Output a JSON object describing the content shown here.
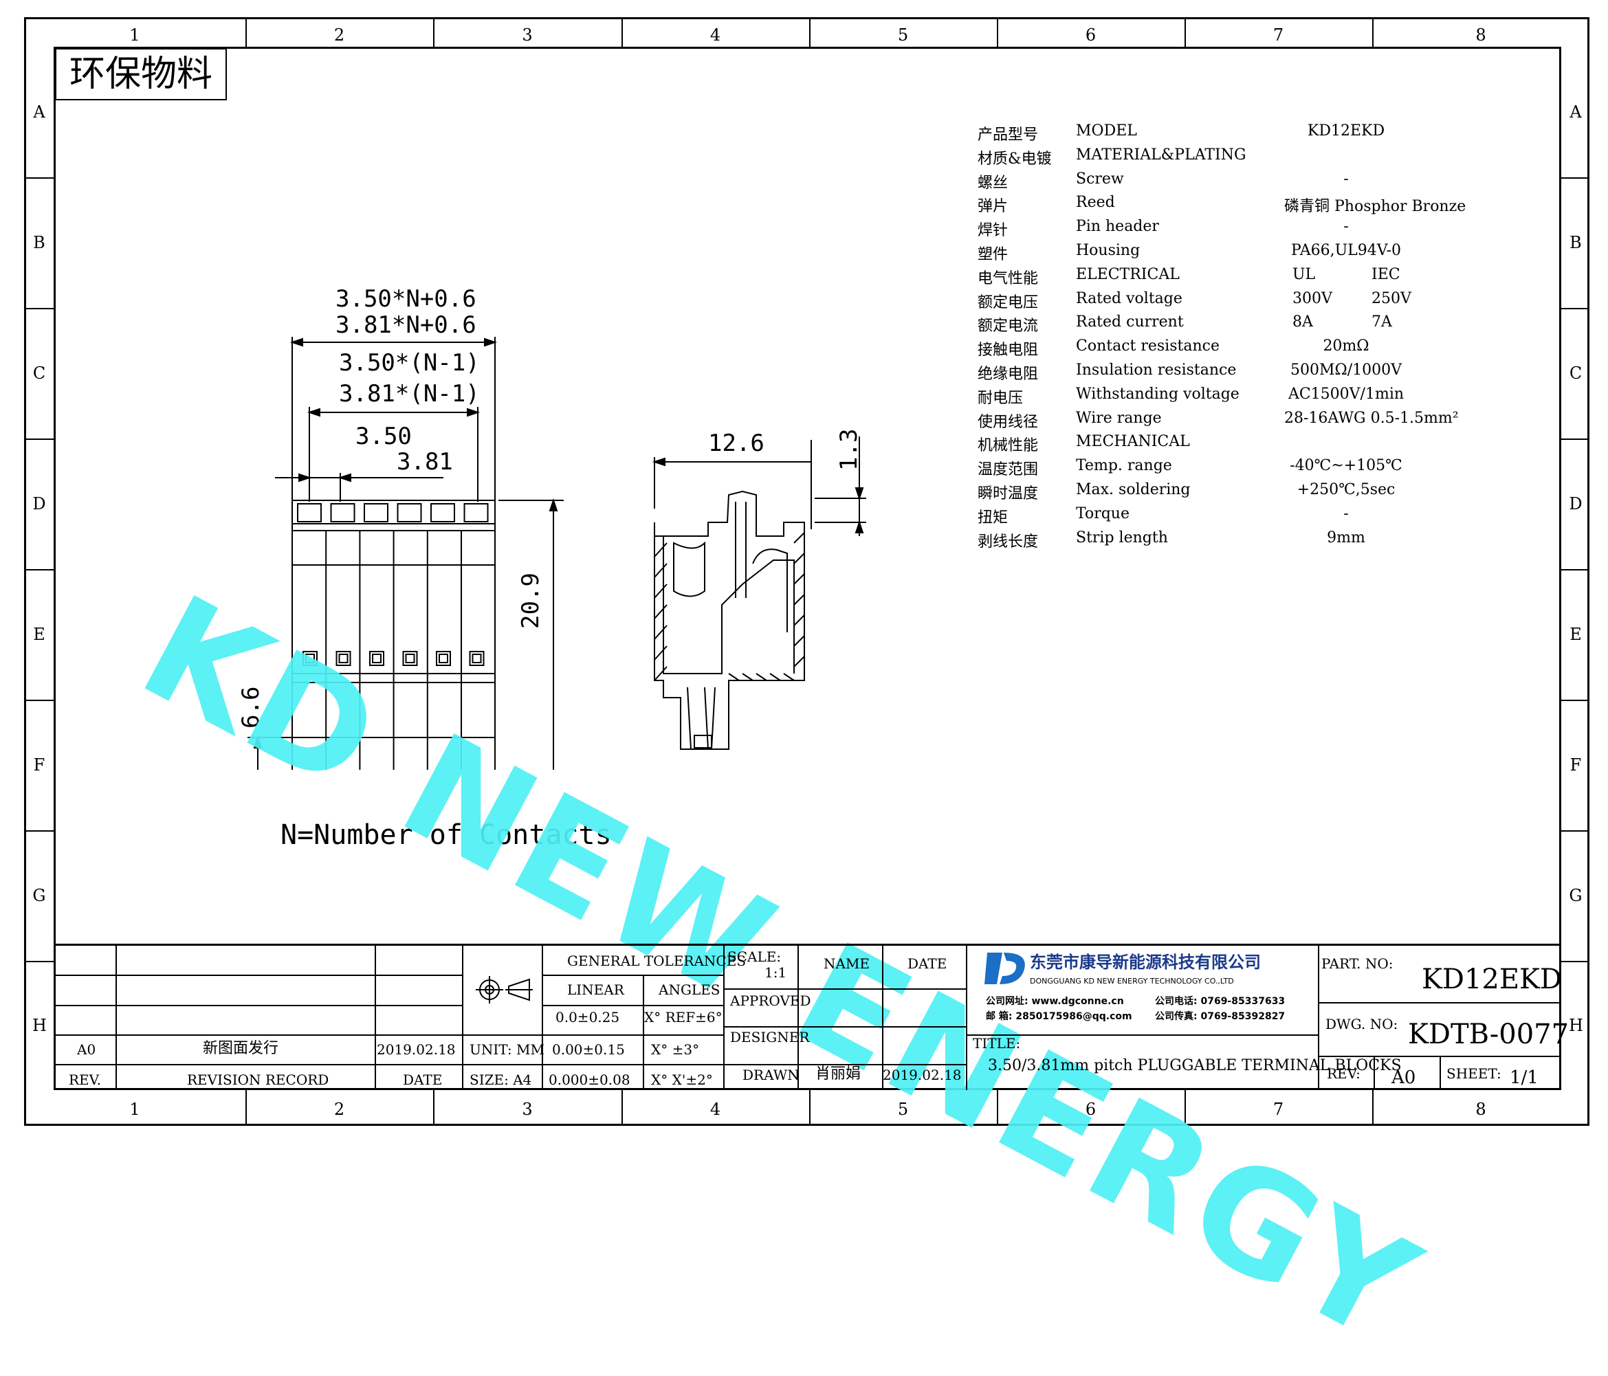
{
  "eco_label": "环保物料",
  "watermark": "KD NEW ENERGY",
  "columns": [
    "1",
    "2",
    "3",
    "4",
    "5",
    "6",
    "7",
    "8"
  ],
  "rows": [
    "A",
    "B",
    "C",
    "D",
    "E",
    "F",
    "G",
    "H"
  ],
  "specs": [
    {
      "cn": "产品型号",
      "en": "MODEL",
      "value": "KD12EKD"
    },
    {
      "cn": "材质&电镀",
      "en": "MATERIAL&PLATING",
      "value": ""
    },
    {
      "cn": "螺丝",
      "en": "Screw",
      "value": "-"
    },
    {
      "cn": "弹片",
      "en": "Reed",
      "value": "磷青铜 Phosphor Bronze"
    },
    {
      "cn": "焊针",
      "en": "Pin header",
      "value": "-"
    },
    {
      "cn": "塑件",
      "en": "Housing",
      "value": "PA66,UL94V-0"
    },
    {
      "cn": "电气性能",
      "en": "ELECTRICAL",
      "value": "UL",
      "value2": "IEC"
    },
    {
      "cn": "额定电压",
      "en": "Rated voltage",
      "value": "300V",
      "value2": "250V"
    },
    {
      "cn": "额定电流",
      "en": "Rated current",
      "value": "8A",
      "value2": "7A"
    },
    {
      "cn": "接触电阻",
      "en": "Contact resistance",
      "value": "20mΩ"
    },
    {
      "cn": "绝缘电阻",
      "en": "Insulation resistance",
      "value": "500MΩ/1000V"
    },
    {
      "cn": "耐电压",
      "en": "Withstanding voltage",
      "value": "AC1500V/1min"
    },
    {
      "cn": "使用线径",
      "en": "Wire range",
      "value": "28-16AWG 0.5-1.5mm²"
    },
    {
      "cn": "机械性能",
      "en": "MECHANICAL",
      "value": ""
    },
    {
      "cn": "温度范围",
      "en": "Temp. range",
      "value": "-40℃~+105℃"
    },
    {
      "cn": "瞬时温度",
      "en": "Max. soldering",
      "value": "+250℃,5sec"
    },
    {
      "cn": "扭矩",
      "en": "Torque",
      "value": "-"
    },
    {
      "cn": "剥线长度",
      "en": "Strip length",
      "value": "9mm"
    }
  ],
  "dims": {
    "overall_1": "3.50*N+0.6",
    "overall_2": "3.81*N+0.6",
    "span_1": "3.50*(N-1)",
    "span_2": "3.81*(N-1)",
    "pitch_1": "3.50",
    "pitch_2": "3.81",
    "height": "20.9",
    "pin": "6.6",
    "side_width": "12.6",
    "side_top": "1.3"
  },
  "note": "N=Number of Contacts",
  "title_block": {
    "rev_code": "A0",
    "rev_desc": "新图面发行",
    "rev_date": "2019.02.18",
    "rev_label": "REV.",
    "record_label": "REVISION RECORD",
    "date_label": "DATE",
    "unit": "UNIT: MM",
    "size": "SIZE: A4",
    "general_tol": "GENERAL TOLERANCES",
    "linear": "LINEAR",
    "angles": "ANGLES",
    "lin1": "0.0±0.25",
    "lin2": "0.00±0.15",
    "lin3": "0.000±0.08",
    "ang1": "X° REF±6°",
    "ang2": "X° ±3°",
    "ang3": "X° X'±2°",
    "scale_label": "SCALE:",
    "scale": "1:1",
    "approved": "APPROVED",
    "designer": "DESIGNER",
    "drawn": "DRAWN",
    "name_label": "NAME",
    "date_col": "DATE",
    "drawn_name": "肖丽娟",
    "drawn_date": "2019.02.18",
    "company_cn": "东莞市康导新能源科技有限公司",
    "company_en": "DONGGUANG KD NEW ENERGY TECHNOLOGY CO.,LTD",
    "website": "公司网址: www.dgconne.cn",
    "phone": "公司电话: 0769-85337633",
    "email": "邮    箱: 2850175986@qq.com",
    "fax": "公司传真: 0769-85392827",
    "title_label": "TITLE:",
    "title": "3.50/3.81mm pitch PLUGGABLE TERMINAL BLOCKS",
    "part_label": "PART. NO:",
    "part_no": "KD12EKD",
    "dwg_label": "DWG. NO:",
    "dwg_no": "KDTB-0077",
    "rev2_label": "REV:",
    "rev2": "A0",
    "sheet_label": "SHEET:",
    "sheet": "1/1"
  },
  "colors": {
    "watermark": "#4ff0f5",
    "logo": "#1b6fc4"
  }
}
